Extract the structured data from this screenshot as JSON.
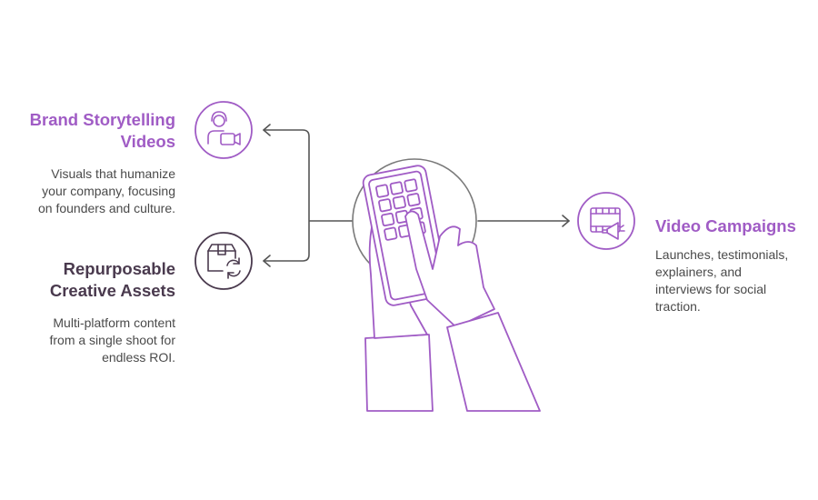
{
  "colors": {
    "purple": "#a05cc5",
    "dark": "#4a3a4e",
    "gray": "#7a7a7a",
    "text": "#4a4a4a"
  },
  "items": [
    {
      "title_lines": [
        "Brand Storytelling",
        "Videos"
      ],
      "desc_lines": [
        "Visuals that humanize",
        "your company, focusing",
        "on founders and culture."
      ],
      "icon": "person-video-icon",
      "color": "#a05cc5"
    },
    {
      "title_lines": [
        "Repurposable",
        "Creative Assets"
      ],
      "desc_lines": [
        "Multi-platform content",
        "from a single shoot for",
        "endless ROI."
      ],
      "icon": "box-recycle-icon",
      "color": "#4a3a4e"
    },
    {
      "title_lines": [
        "Video Campaigns"
      ],
      "desc_lines": [
        "Launches, testimonials,",
        "explainers, and",
        "interviews for social",
        "traction."
      ],
      "icon": "film-megaphone-icon",
      "color": "#a05cc5"
    }
  ],
  "center_icon": "hands-phone-icon"
}
